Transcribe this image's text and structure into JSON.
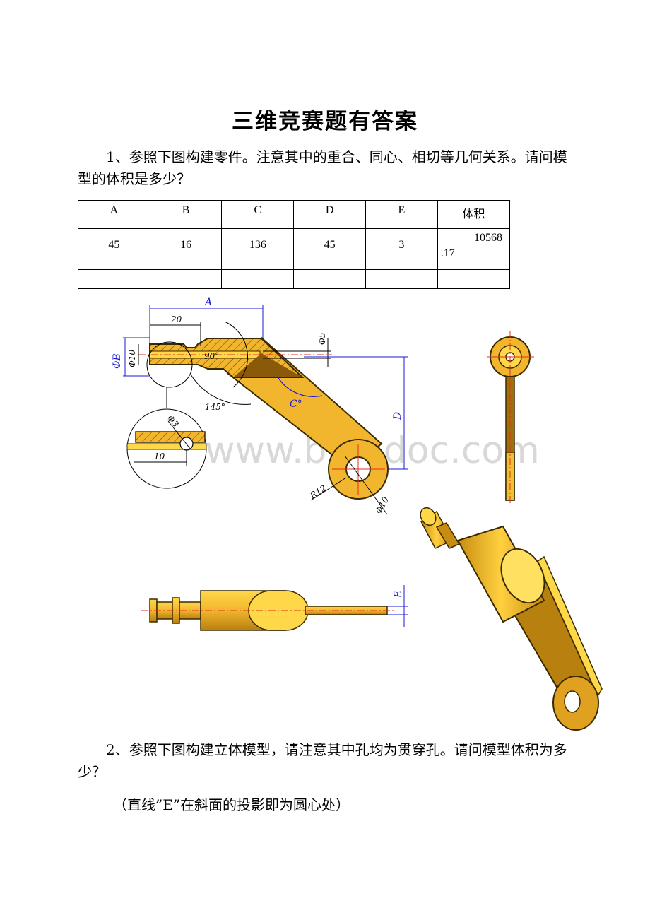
{
  "doc": {
    "title": "三维竞赛题有答案",
    "q1_text": "1、参照下图构建零件。注意其中的重合、同心、相切等几何关系。请问模型的体积是多少？",
    "q2_text": "2、参照下图构建立体模型，请注意其中孔均为贯穿孔。请问模型体积为多少？",
    "q2_note": "（直线”E”在斜面的投影即为圆心处）"
  },
  "table": {
    "headers": [
      "A",
      "B",
      "C",
      "D",
      "E",
      "体积"
    ],
    "values": [
      "45",
      "16",
      "136",
      "45",
      "3"
    ],
    "volume_a": "10568",
    "volume_b": ".17"
  },
  "drawing": {
    "dims": {
      "A": "A",
      "B": "ΦB",
      "D": "D",
      "E": "E",
      "C": "C°",
      "d20": "20",
      "d10_dia": "Φ10",
      "d5": "Φ5",
      "a90": "90°",
      "a145": "145°",
      "d3": "Φ3",
      "d10": "10",
      "r12": "R12",
      "d10_hole": "Φ10"
    },
    "watermark": "www.bingdoc.com",
    "colors": {
      "part": "#f2b52e",
      "edge": "#3a2a00",
      "dim": "#1a1ad8",
      "center": "#e03020"
    }
  }
}
